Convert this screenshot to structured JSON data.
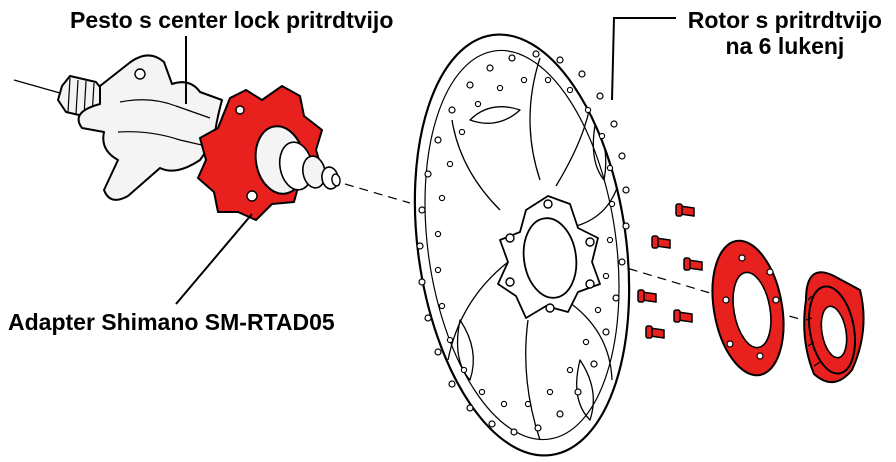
{
  "labels": {
    "hub": "Pesto s center lock pritrdtvijo",
    "adapter": "Adapter Shimano SM-RTAD05",
    "rotor_line1": "Rotor s pritrdtvijo",
    "rotor_line2": "na 6 lukenj"
  },
  "colors": {
    "highlight": "#e8201e",
    "outline": "#000000",
    "background": "#ffffff",
    "hub_fill": "#f4f4f4",
    "rotor_fill": "#ffffff"
  },
  "icons": {
    "hub": "center-lock-hub-icon",
    "adapter": "adapter-ring-icon",
    "rotor": "6-bolt-rotor-icon",
    "bolts": "rotor-bolt-icon",
    "lockring": "lockring-icon"
  }
}
